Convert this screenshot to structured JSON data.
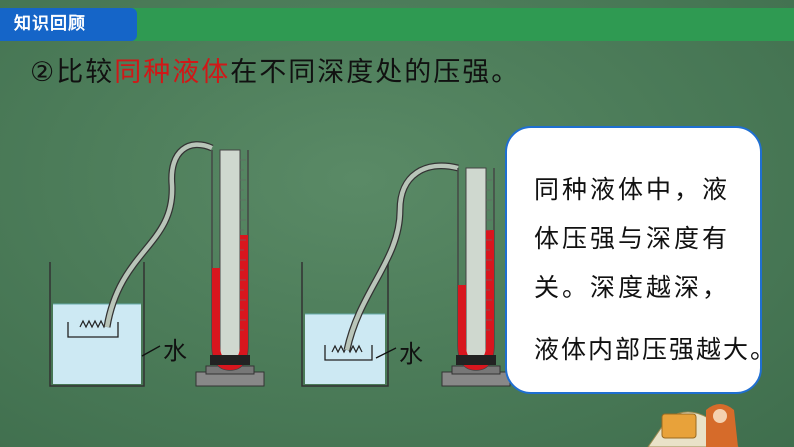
{
  "section_tag": "知识回顾",
  "heading": {
    "prefix": "②比较",
    "highlight": "同种液体",
    "suffix": "在不同深度处的压强。"
  },
  "callout_lines": [
    "同种液体中，液",
    "体压强与深度有",
    "关。深度越深，",
    "液体内部压强越大。"
  ],
  "water_label_1": "水",
  "water_label_2": "水",
  "colors": {
    "tag_blue": "#1565c8",
    "highlight_red": "#d01818",
    "callout_border": "#1f6fd1",
    "liquid_red": "#d8161e",
    "water": "#cde9f3"
  }
}
